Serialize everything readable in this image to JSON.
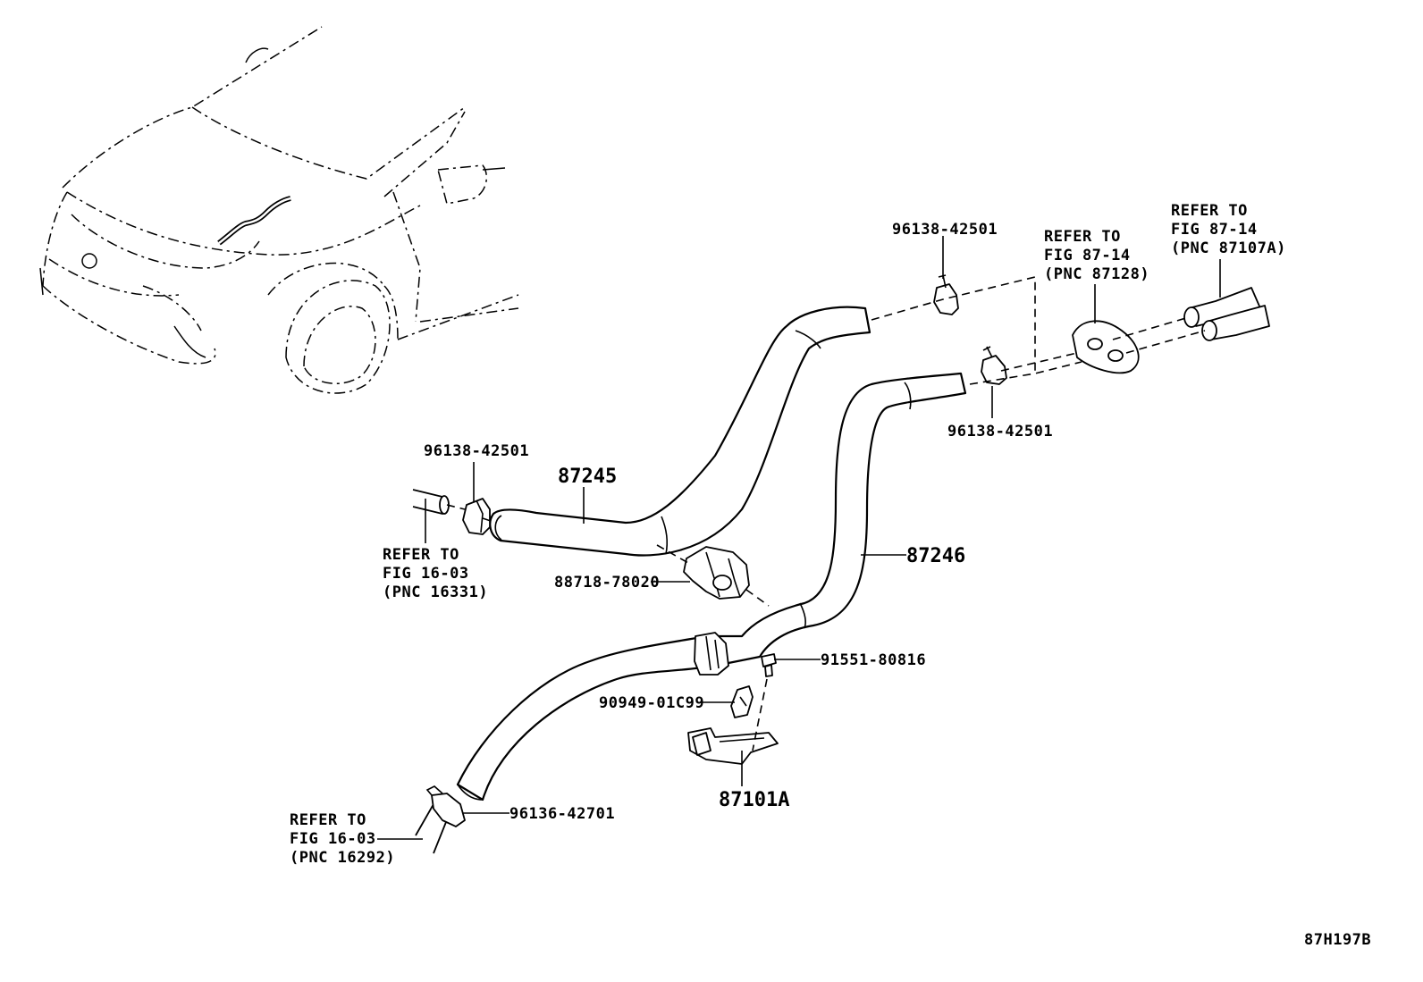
{
  "labels": {
    "clamp_top": "96138-42501",
    "clamp_right": "96138-42501",
    "clamp_left": "96138-42501",
    "hose_upper": "87245",
    "hose_lower": "87246",
    "clamp_bracket": "88718-78020",
    "bolt": "91551-80816",
    "clip": "90949-01C99",
    "valve": "87101A",
    "clamp_bottom": "96136-42701",
    "figure_code": "87H197B"
  },
  "refs": {
    "ref_grommet": [
      "REFER TO",
      "FIG 87-14",
      "(PNC 87128)"
    ],
    "ref_pipes": [
      "REFER TO",
      "FIG 87-14",
      "(PNC 87107A)"
    ],
    "ref_engine_upper": [
      "REFER TO",
      "FIG 16-03",
      "(PNC 16331)"
    ],
    "ref_engine_lower": [
      "REFER TO",
      "FIG 16-03",
      "(PNC 16292)"
    ]
  }
}
